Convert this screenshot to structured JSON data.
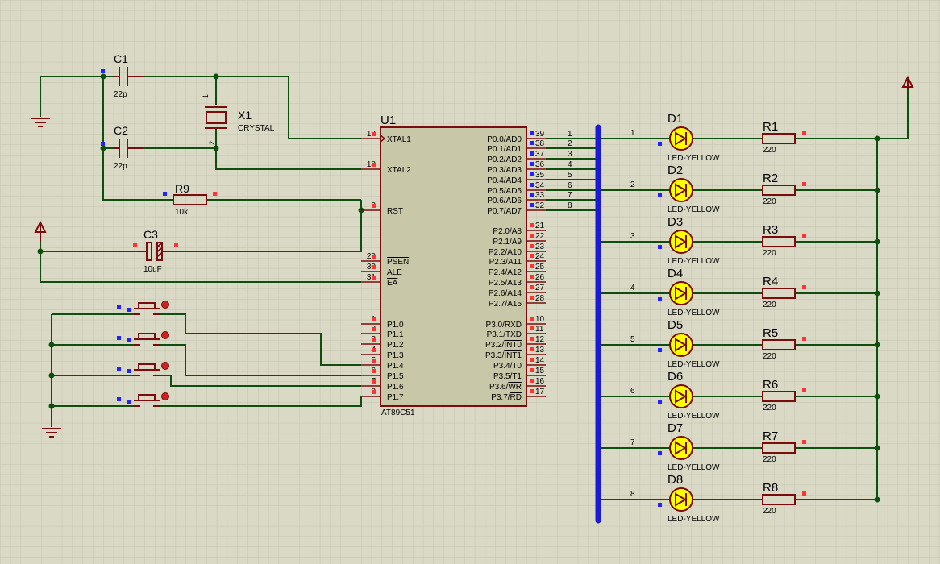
{
  "chip": {
    "ref": "U1",
    "part": "AT89C51",
    "left_pins": [
      {
        "num": "19",
        "name": "XTAL1"
      },
      {
        "num": "18",
        "name": "XTAL2"
      },
      {
        "num": "9",
        "name": "RST"
      },
      {
        "num": "29",
        "name": "PSEN"
      },
      {
        "num": "30",
        "name": "ALE"
      },
      {
        "num": "31",
        "name": "EA"
      },
      {
        "num": "1",
        "name": "P1.0"
      },
      {
        "num": "2",
        "name": "P1.1"
      },
      {
        "num": "3",
        "name": "P1.2"
      },
      {
        "num": "4",
        "name": "P1.3"
      },
      {
        "num": "5",
        "name": "P1.4"
      },
      {
        "num": "6",
        "name": "P1.5"
      },
      {
        "num": "7",
        "name": "P1.6"
      },
      {
        "num": "8",
        "name": "P1.7"
      }
    ],
    "right_pins": [
      {
        "num": "39",
        "name": "P0.0/AD0"
      },
      {
        "num": "38",
        "name": "P0.1/AD1"
      },
      {
        "num": "37",
        "name": "P0.2/AD2"
      },
      {
        "num": "36",
        "name": "P0.3/AD3"
      },
      {
        "num": "35",
        "name": "P0.4/AD4"
      },
      {
        "num": "34",
        "name": "P0.5/AD5"
      },
      {
        "num": "33",
        "name": "P0.6/AD6"
      },
      {
        "num": "32",
        "name": "P0.7/AD7"
      },
      {
        "num": "21",
        "name": "P2.0/A8"
      },
      {
        "num": "22",
        "name": "P2.1/A9"
      },
      {
        "num": "23",
        "name": "P2.2/A10"
      },
      {
        "num": "24",
        "name": "P2.3/A11"
      },
      {
        "num": "25",
        "name": "P2.4/A12"
      },
      {
        "num": "26",
        "name": "P2.5/A13"
      },
      {
        "num": "27",
        "name": "P2.6/A14"
      },
      {
        "num": "28",
        "name": "P2.7/A15"
      },
      {
        "num": "10",
        "name": "P3.0/RXD"
      },
      {
        "num": "11",
        "name": "P3.1/TXD"
      },
      {
        "num": "12",
        "name": "P3.2/INT0"
      },
      {
        "num": "13",
        "name": "P3.3/INT1"
      },
      {
        "num": "14",
        "name": "P3.4/T0"
      },
      {
        "num": "15",
        "name": "P3.5/T1"
      },
      {
        "num": "16",
        "name": "P3.6/WR"
      },
      {
        "num": "17",
        "name": "P3.7/RD"
      }
    ]
  },
  "bus_labels": [
    "1",
    "2",
    "3",
    "4",
    "5",
    "6",
    "7",
    "8"
  ],
  "leds": [
    {
      "ref": "D1",
      "type": "LED-YELLOW"
    },
    {
      "ref": "D2",
      "type": "LED-YELLOW"
    },
    {
      "ref": "D3",
      "type": "LED-YELLOW"
    },
    {
      "ref": "D4",
      "type": "LED-YELLOW"
    },
    {
      "ref": "D5",
      "type": "LED-YELLOW"
    },
    {
      "ref": "D6",
      "type": "LED-YELLOW"
    },
    {
      "ref": "D7",
      "type": "LED-YELLOW"
    },
    {
      "ref": "D8",
      "type": "LED-YELLOW"
    }
  ],
  "resistors": [
    {
      "ref": "R1",
      "value": "220"
    },
    {
      "ref": "R2",
      "value": "220"
    },
    {
      "ref": "R3",
      "value": "220"
    },
    {
      "ref": "R4",
      "value": "220"
    },
    {
      "ref": "R5",
      "value": "220"
    },
    {
      "ref": "R6",
      "value": "220"
    },
    {
      "ref": "R7",
      "value": "220"
    },
    {
      "ref": "R8",
      "value": "220"
    }
  ],
  "c1": {
    "ref": "C1",
    "value": "22p"
  },
  "c2": {
    "ref": "C2",
    "value": "22p"
  },
  "c3": {
    "ref": "C3",
    "value": "10uF"
  },
  "x1": {
    "ref": "X1",
    "value": "CRYSTAL",
    "pin1": "1",
    "pin2": "2"
  },
  "r9": {
    "ref": "R9",
    "value": "10k"
  },
  "colors": {
    "background": "#d9d9c6",
    "grid": "#c2c2ae",
    "wire": "#0d500d",
    "component": "#7a0c0c",
    "chip_fill": "#c8c8a8",
    "led_fill": "#ffff00",
    "bus": "#1a1ad6",
    "marker_red": "#ff3333",
    "marker_blue": "#2222ff"
  }
}
